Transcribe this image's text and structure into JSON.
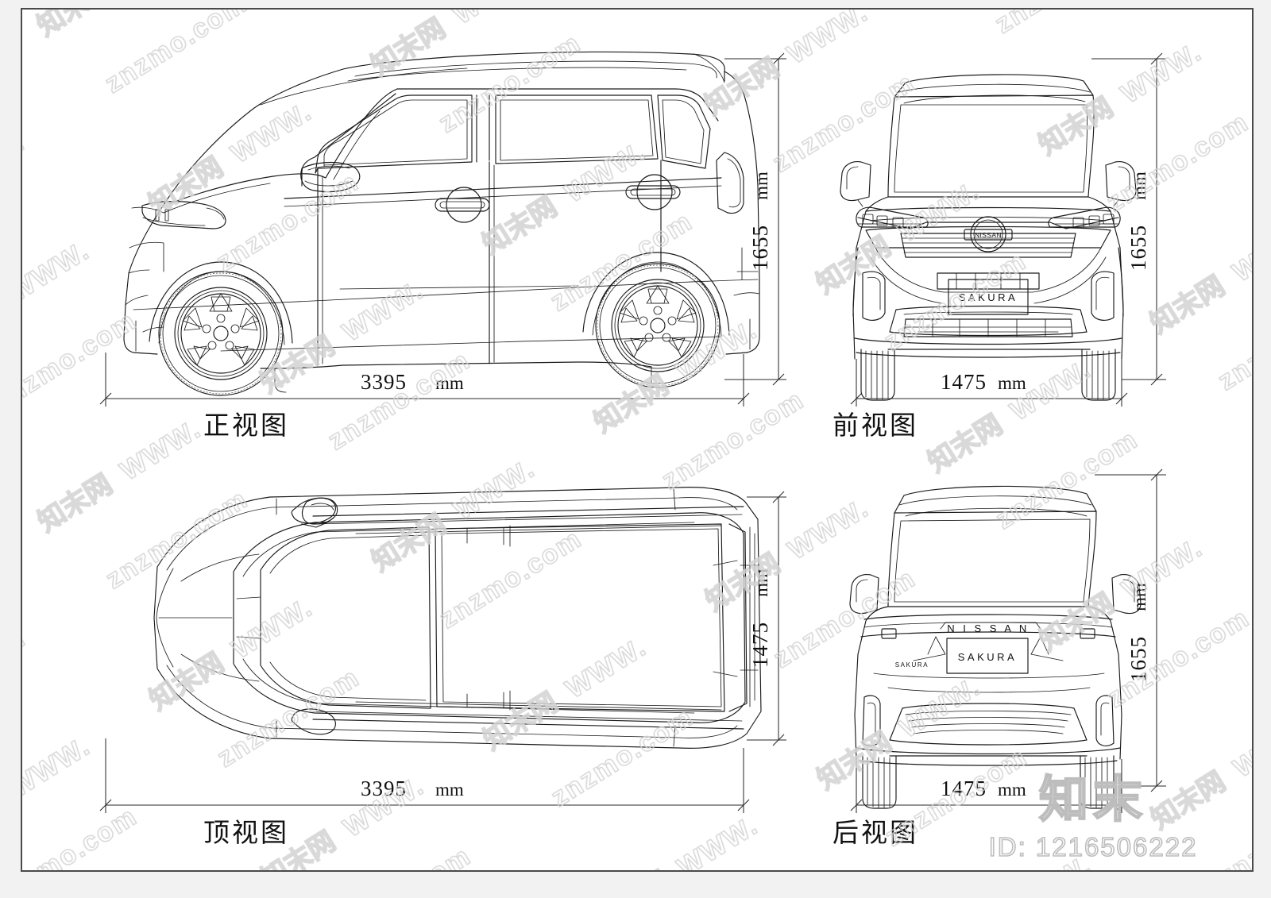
{
  "sheet": {
    "background_color": "#f2f2f2",
    "frame_color": "#4a4a4a",
    "line_color": "#1a1a1a"
  },
  "drawing": {
    "subject": "Nissan Sakura kei electric vehicle orthographic blueprint",
    "brand": "NISSAN",
    "model": "SAKURA"
  },
  "views": [
    {
      "id": "side",
      "caption": "正视图",
      "horizontal_dimension": {
        "value": "3395",
        "unit": "mm"
      },
      "vertical_dimension": {
        "value": "1655",
        "unit": "mm"
      }
    },
    {
      "id": "front",
      "caption": "前视图",
      "horizontal_dimension": {
        "value": "1475",
        "unit": "mm"
      },
      "vertical_dimension": {
        "value": "1655",
        "unit": "mm"
      },
      "badges": {
        "grille": "NISSAN",
        "plate": "SAKURA"
      }
    },
    {
      "id": "top",
      "caption": "顶视图",
      "horizontal_dimension": {
        "value": "3395",
        "unit": "mm"
      },
      "vertical_dimension": {
        "value": "1475",
        "unit": "mm"
      }
    },
    {
      "id": "rear",
      "caption": "后视图",
      "horizontal_dimension": {
        "value": "1475",
        "unit": "mm"
      },
      "vertical_dimension": {
        "value": "1655",
        "unit": "mm"
      },
      "badges": {
        "tailgate": "N I S S A N",
        "plate": "SAKURA",
        "side_badge": "SAKURA"
      }
    }
  ],
  "watermark": {
    "tile_text": "知末网 WWW.znzmo.com",
    "logo_text": "知末",
    "id_text": "ID: 1216506222",
    "color": "#d2d2d2"
  }
}
